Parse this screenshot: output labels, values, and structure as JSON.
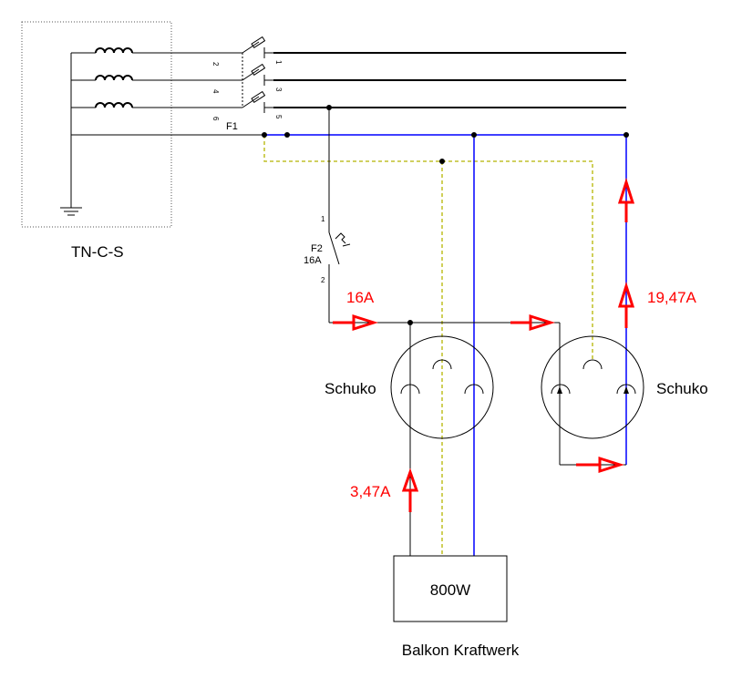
{
  "supply": {
    "label": "TN-C-S",
    "terminals_in": [
      "2",
      "4",
      "6"
    ],
    "terminals_out": [
      "1",
      "3",
      "5"
    ],
    "main_fuse": "F1"
  },
  "breaker": {
    "name": "F2",
    "rating": "16A",
    "pin_top": "1",
    "pin_bottom": "2"
  },
  "sockets": [
    {
      "label": "Schuko"
    },
    {
      "label": "Schuko"
    }
  ],
  "source": {
    "power": "800W",
    "label": "Balkon Kraftwerk"
  },
  "currents": {
    "breaker": "16A",
    "balcony": "3,47A",
    "load": "19,47A"
  },
  "colors": {
    "neutral": "#0000ff",
    "protective_earth": "#b5b500",
    "current_arrow": "#ff0000",
    "conductor": "#000000"
  }
}
